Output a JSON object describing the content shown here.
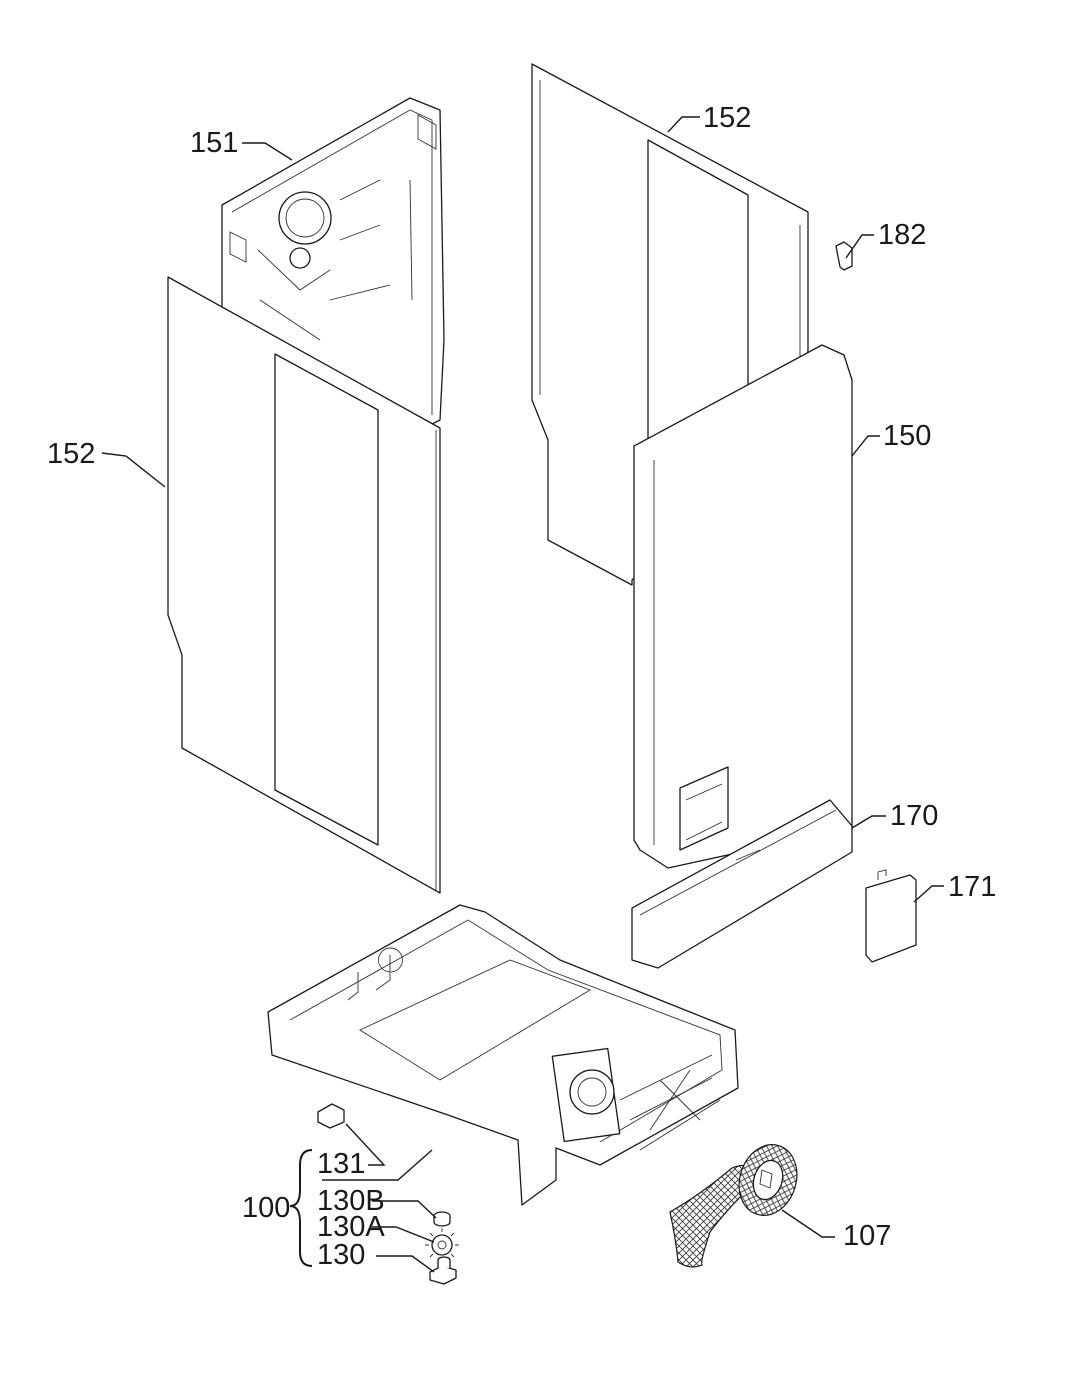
{
  "diagram": {
    "callouts": {
      "c151": "151",
      "c152_back": "152",
      "c182": "182",
      "c152_left": "152",
      "c150": "150",
      "c170": "170",
      "c171": "171",
      "c131": "131",
      "c100": "100",
      "c130B": "130B",
      "c130A": "130A",
      "c130": "130",
      "c107": "107"
    }
  }
}
